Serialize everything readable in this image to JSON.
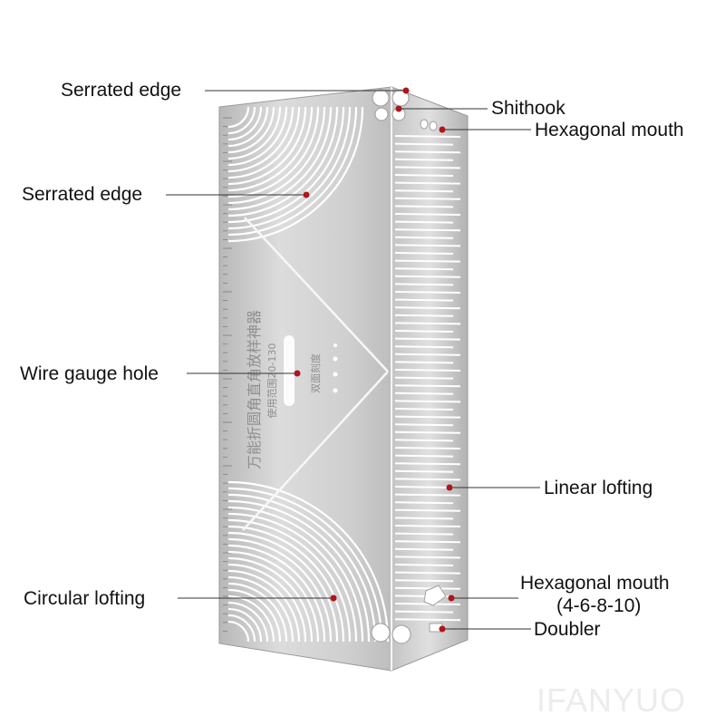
{
  "labels": {
    "serrated_edge_top": "Serrated edge",
    "serrated_edge_mid": "Serrated edge",
    "shithook": "Shithook",
    "hexagonal_mouth_top": "Hexagonal mouth",
    "wire_gauge_hole": "Wire gauge hole",
    "linear_lofting": "Linear lofting",
    "circular_lofting": "Circular lofting",
    "hexagonal_mouth_bottom_line1": "Hexagonal mouth",
    "hexagonal_mouth_bottom_line2": "(4-6-8-10)",
    "doubler": "Doubler"
  },
  "tool_text": {
    "engraved_title": "万能折圆角直角放样神器",
    "engraved_range": "使用范围20-130",
    "engraved_side": "双面刻度"
  },
  "watermark": "IFANYUO",
  "colors": {
    "marker": "#b0141e",
    "leader": "#333333",
    "steel_light": "#e8e8e8",
    "steel_dark": "#a9a9a9"
  }
}
